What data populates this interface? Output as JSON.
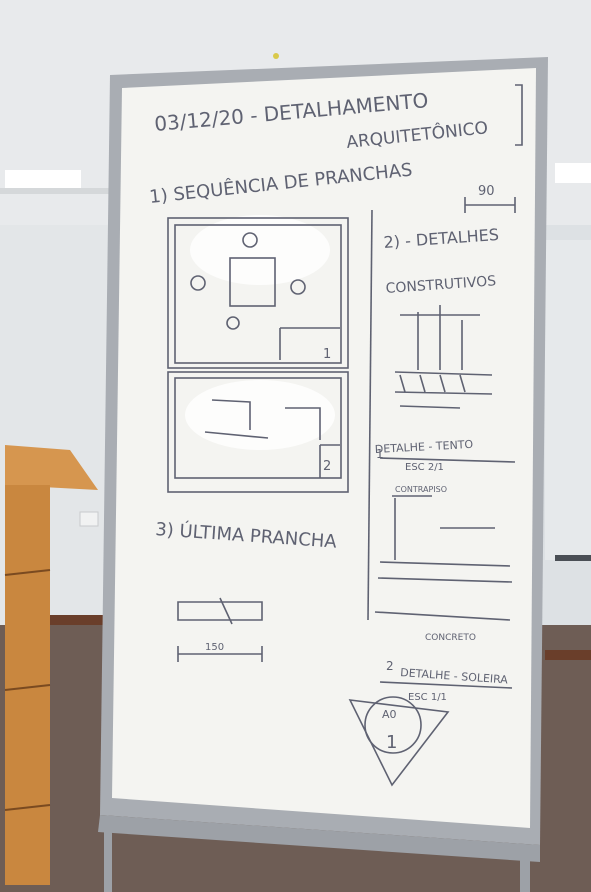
{
  "board": {
    "date_title": "03/12/20 - DETALHAMENTO",
    "title_line2": "ARQUITETÔNICO",
    "section1_title": "1) SEQUÊNCIA DE PRANCHAS",
    "dimension_90": "90",
    "section2_title": "2) - DETALHES",
    "section2_subtitle": "CONSTRUTIVOS",
    "detail1_label": "DETALHE - TENTO",
    "detail1_scale": "ESC 2/1",
    "detail1_number": "1",
    "contrapiso_label": "CONTRAPISO",
    "concreto_label": "CONCRETO",
    "section3_title": "3) ÚLTIMA PRANCHA",
    "dimension_150": "150",
    "detail2_label": "DETALHE - SOLEIRA",
    "detail2_scale": "ESC 1/1",
    "detail2_number": "2",
    "marker_top": "A0",
    "marker_bottom": "1",
    "sheet_num_1": "1",
    "sheet_num_2": "2"
  },
  "colors": {
    "ink": "#5f6272",
    "board": "#f4f4f2",
    "frame": "#a8acb2",
    "wall": "#dfe3e6",
    "ceiling": "#e9ebec",
    "floor": "#6b5a52",
    "lectern": "#c98a45"
  }
}
